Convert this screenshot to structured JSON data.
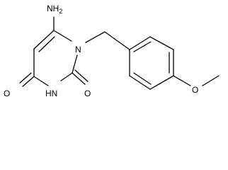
{
  "molecule": {
    "labels": {
      "amino": "NH",
      "amino_subscript": "2",
      "ring_n1": "N",
      "carbonyl_o_c2": "O",
      "carbonyl_o_c4": "O",
      "ring_nh": "HN",
      "methoxy_o": "O"
    },
    "colors": {
      "bond": "#000000",
      "text": "#000000",
      "background": "#ffffff"
    }
  }
}
